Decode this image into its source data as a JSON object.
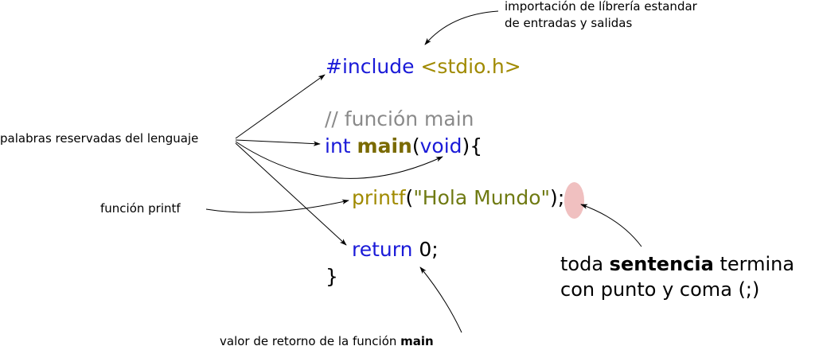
{
  "code": {
    "include_directive": "#include",
    "include_header": "<stdio.h>",
    "comment": "// función main",
    "main_type": "int",
    "main_name": "main",
    "main_open_paren": "(",
    "main_param": "void",
    "main_close": "){",
    "printf_name": "printf",
    "printf_open": "(",
    "printf_arg": "\"Hola Mundo\"",
    "printf_close": ")",
    "printf_semicolon": ";",
    "return_keyword": "return",
    "return_value": " 0;",
    "closing_brace": "}"
  },
  "annotations": {
    "include_note_line1": "importación de líbrería estandar",
    "include_note_line2": "de entradas y salidas",
    "reserved_words": "palabras reservadas del lenguaje",
    "printf_function": "función printf",
    "return_value_prefix": "valor de retorno de la función ",
    "return_value_bold": "main",
    "sentence_prefix": "toda ",
    "sentence_bold": "sentencia",
    "sentence_suffix": " termina",
    "sentence_line2": "con punto y coma (;)"
  },
  "colors": {
    "keyword": "#1a1ad8",
    "include_header": "#a08a00",
    "comment": "#8a8a8a",
    "function_name": "#7a6a00",
    "string": "#6f7a12",
    "highlight": "#f0c0c0"
  }
}
